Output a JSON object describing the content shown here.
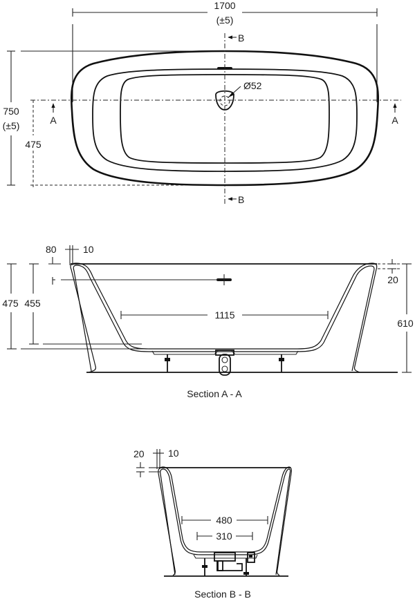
{
  "drawing": {
    "subject": "Freestanding bath technical drawing",
    "units": "mm",
    "line_color": "#111111",
    "background": "#ffffff"
  },
  "plan_view": {
    "overall_length": "1700",
    "overall_length_tolerance": "(±5)",
    "overall_width": "750",
    "overall_width_tolerance": "(±5)",
    "waste_offset": "475",
    "waste_diameter": "Ø52",
    "section_marker_b_top": "B",
    "section_marker_b_bottom": "B",
    "section_marker_a_left": "A",
    "section_marker_a_right": "A"
  },
  "section_a": {
    "caption": "Section A - A",
    "rim_offset": "80",
    "wall_thickness": "10",
    "overall_height": "475",
    "internal_depth": "455",
    "base_length": "1115",
    "rim_thickness": "20",
    "height_to_floor": "610"
  },
  "section_b": {
    "caption": "Section B - B",
    "rim_thickness": "20",
    "wall_thickness": "10",
    "internal_width": "480",
    "base_width": "310"
  }
}
